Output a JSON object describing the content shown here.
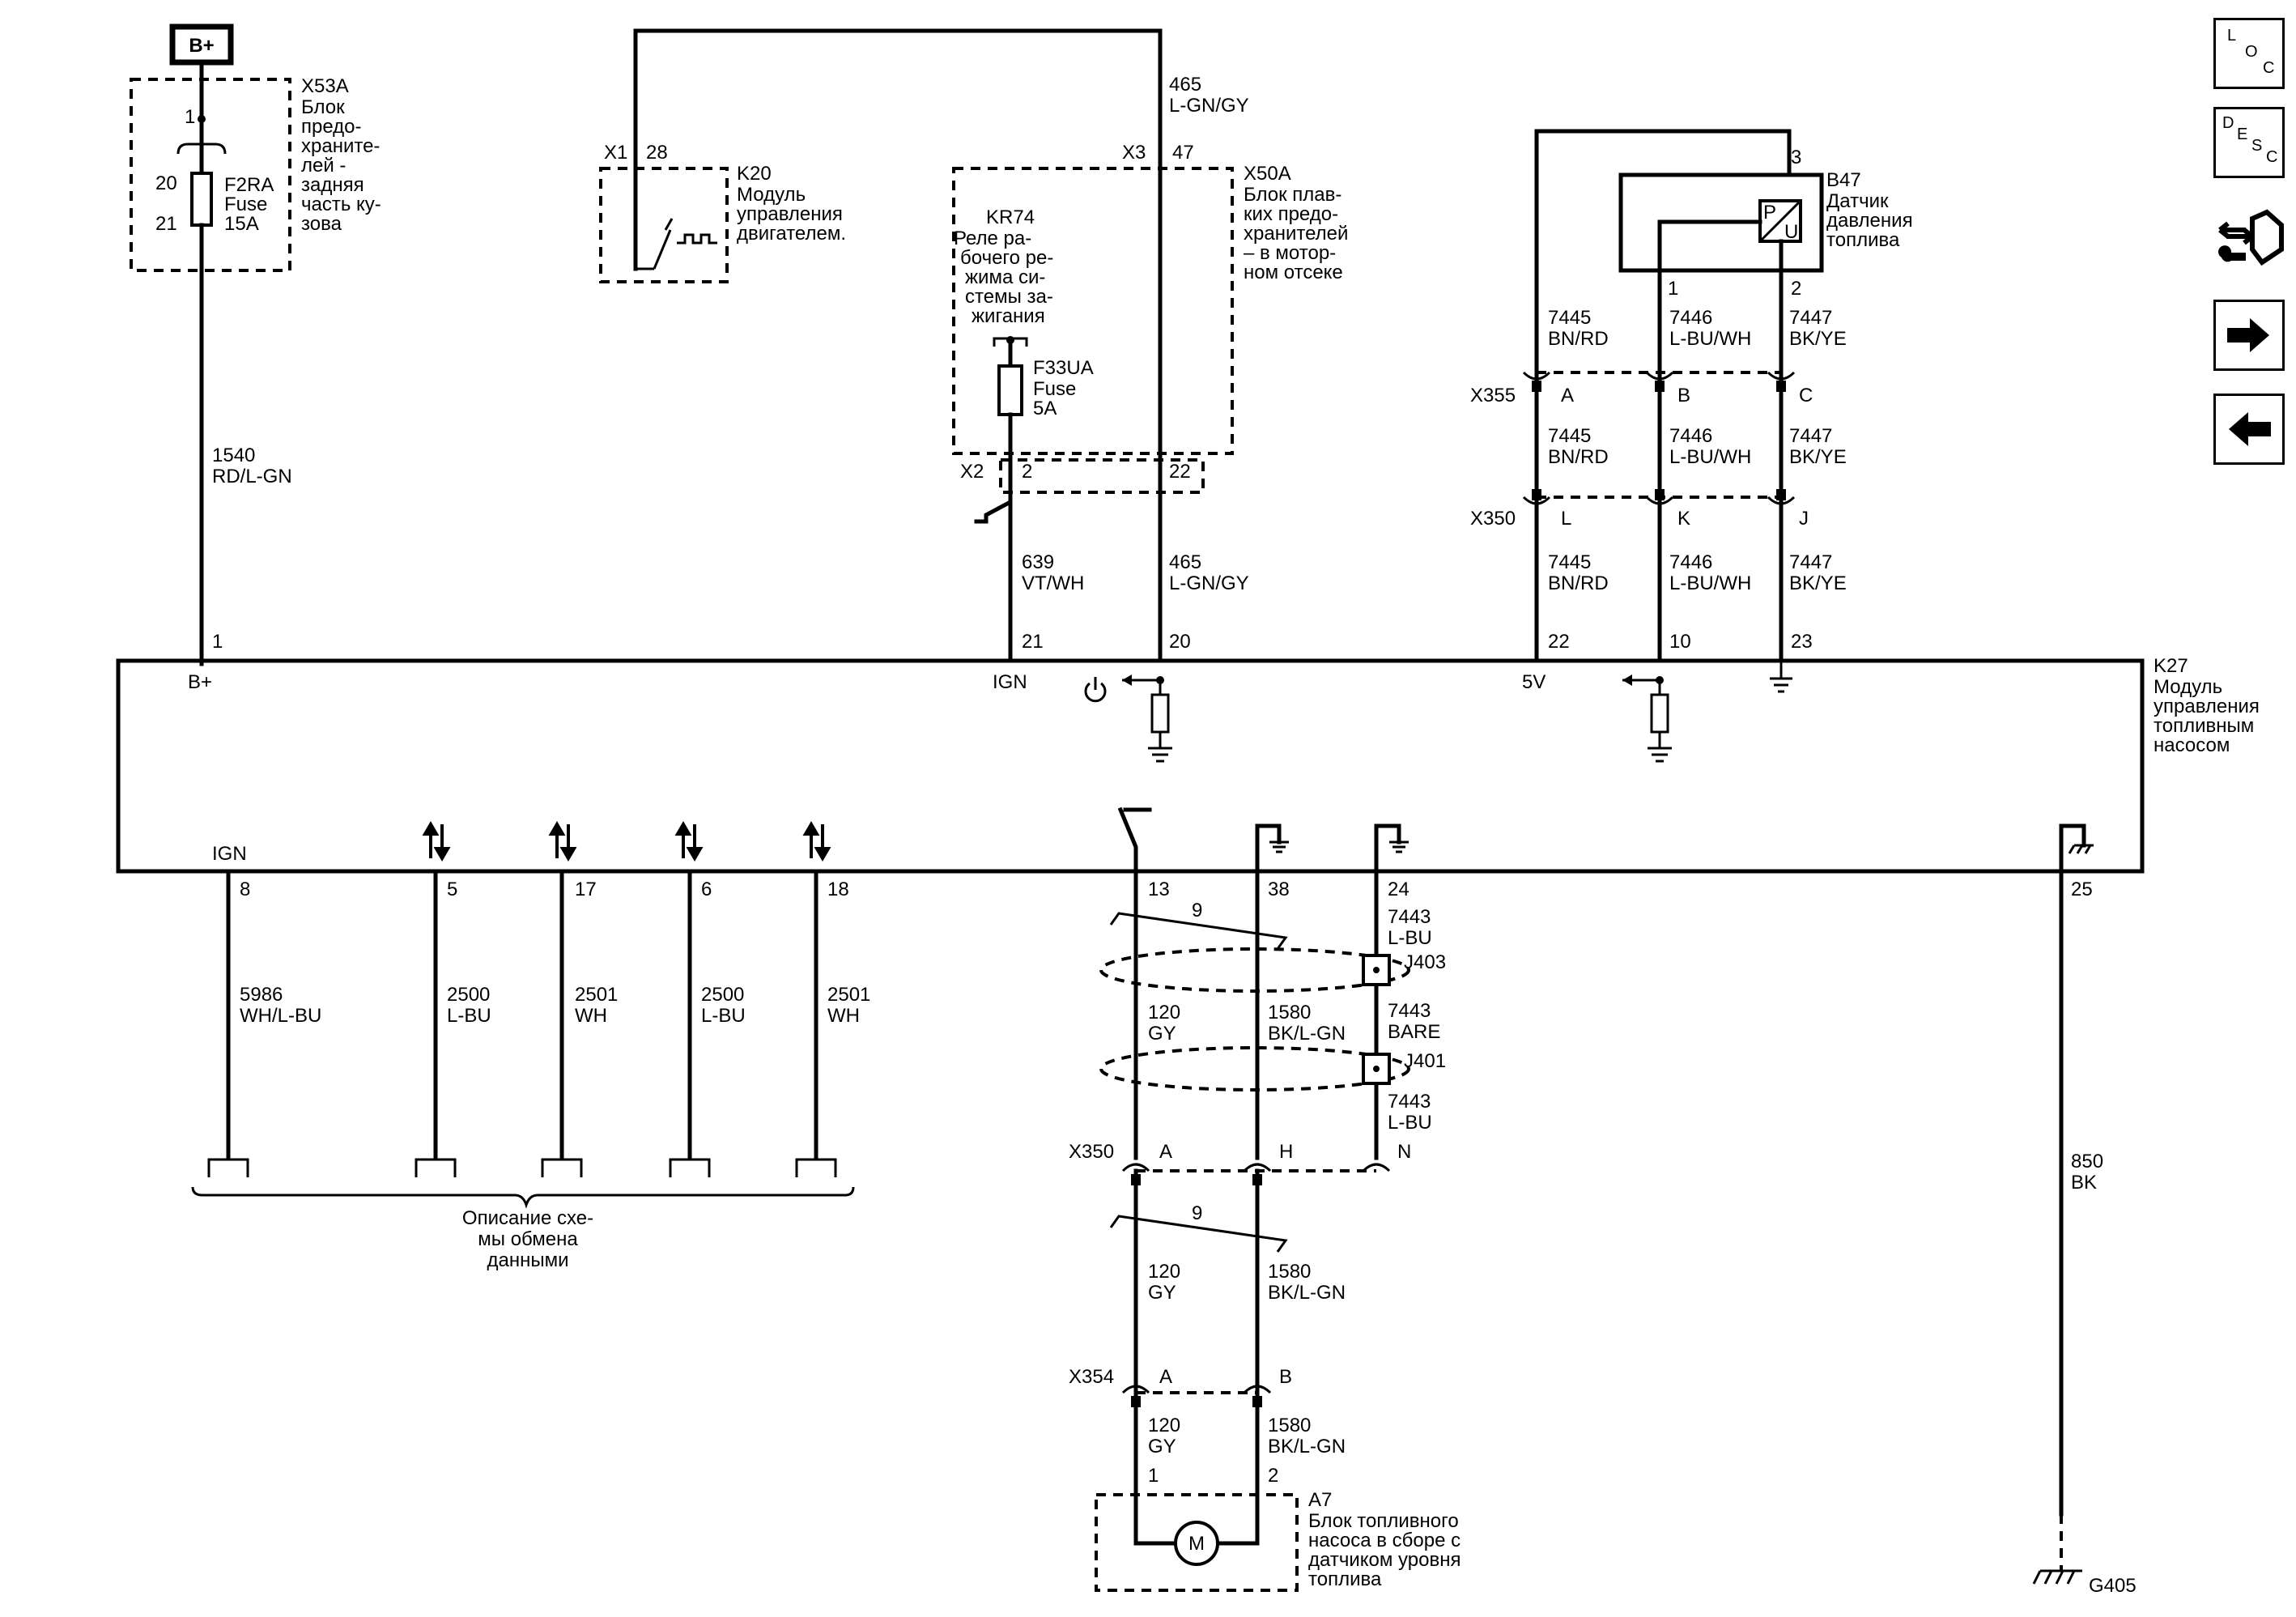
{
  "supply_label": "B+",
  "fuse_block_x53a": {
    "connector": "X53A",
    "desc_lines": [
      "Блок",
      "предо-",
      "храните-",
      "лей -",
      "задняя",
      "часть ку-",
      "зова"
    ],
    "pin_top": "1",
    "pin_mid": "20",
    "pin_bot": "21",
    "fuse_lines": [
      "F2RA",
      "Fuse",
      "15A"
    ]
  },
  "wire_1540": {
    "circuit": "1540",
    "color": "RD/L-GN"
  },
  "ecm_k20": {
    "connector": "X1",
    "pin": "28",
    "desc_lines": [
      "K20",
      "Модуль",
      "управления",
      "двигателем."
    ]
  },
  "fuse_block_x50a": {
    "connector": "X50A",
    "desc_lines": [
      "Блок плав-",
      "ких предо-",
      "хранителей",
      "– в мотор-",
      "ном отсеке"
    ],
    "pin_in": "47",
    "conn_in": "X3",
    "conn_out": "X2",
    "pin_out_left": "2",
    "pin_out_right": "22"
  },
  "wire_465_top": {
    "circuit": "465",
    "color": "L-GN/GY"
  },
  "relay_kr74": {
    "desc_lines": [
      "KR74",
      "Реле ра-",
      "бочего ре-",
      "жима си-",
      "стемы за-",
      "жигания"
    ]
  },
  "fuse_f33ua": {
    "lines": [
      "F33UA",
      "Fuse",
      "5A"
    ]
  },
  "wire_639": {
    "circuit": "639",
    "color": "VT/WH"
  },
  "wire_465_bot": {
    "circuit": "465",
    "color": "L-GN/GY"
  },
  "sensor_b47": {
    "pin_top": "3",
    "pin_1": "1",
    "pin_2": "2",
    "desc_lines": [
      "B47",
      "Датчик",
      "давления",
      "топлива"
    ],
    "sym_p": "P",
    "sym_u": "U"
  },
  "sensor_wires": [
    {
      "circuit": "7445",
      "color": "BN/RD"
    },
    {
      "circuit": "7446",
      "color": "L-BU/WH"
    },
    {
      "circuit": "7447",
      "color": "BK/YE"
    }
  ],
  "x355": {
    "connector": "X355",
    "pins": [
      "A",
      "B",
      "C"
    ]
  },
  "x350_upper": {
    "connector": "X350",
    "pins": [
      "L",
      "K",
      "J"
    ]
  },
  "module_k27": {
    "desc_lines": [
      "K27",
      "Модуль",
      "управления",
      "топливным",
      "насосом"
    ],
    "top_pins": [
      "1",
      "21",
      "20",
      "22",
      "10",
      "23"
    ],
    "lbl_bplus": "B+",
    "lbl_ign_top": "IGN",
    "lbl_5v": "5V",
    "lbl_ign_bot": "IGN",
    "bottom_pins": [
      "8",
      "5",
      "17",
      "6",
      "18",
      "13",
      "38",
      "24",
      "25"
    ]
  },
  "data_wires": [
    {
      "circuit": "5986",
      "color": "WH/L-BU"
    },
    {
      "circuit": "2500",
      "color": "L-BU"
    },
    {
      "circuit": "2501",
      "color": "WH"
    },
    {
      "circuit": "2500",
      "color": "L-BU"
    },
    {
      "circuit": "2501",
      "color": "WH"
    }
  ],
  "data_comm_lines": [
    "Описание схе-",
    "мы обмена",
    "данными"
  ],
  "twist_label": "9",
  "pump_wires": [
    {
      "circuit": "120",
      "color": "GY"
    },
    {
      "circuit": "1580",
      "color": "BK/L-GN"
    }
  ],
  "shield_wires": {
    "top": {
      "circuit": "7443",
      "color": "L-BU"
    },
    "mid": {
      "circuit": "7443",
      "color": "BARE"
    },
    "bot": {
      "circuit": "7443",
      "color": "L-BU"
    }
  },
  "splices": [
    "J403",
    "J401"
  ],
  "x350_lower": {
    "connector": "X350",
    "pins": [
      "A",
      "H",
      "N"
    ]
  },
  "x354": {
    "connector": "X354",
    "pins": [
      "A",
      "B"
    ]
  },
  "pump_a7": {
    "pin_1": "1",
    "pin_2": "2",
    "motor": "M",
    "desc_lines": [
      "A7",
      "Блок топливного",
      "насоса в сборе с",
      "датчиком уровня",
      "топлива"
    ]
  },
  "ground_wire": {
    "circuit": "850",
    "color": "BK"
  },
  "ground_label": "G405",
  "nav": {
    "loc": [
      "L",
      "O",
      "C"
    ],
    "desc": [
      "D",
      "E",
      "S",
      "C"
    ]
  }
}
